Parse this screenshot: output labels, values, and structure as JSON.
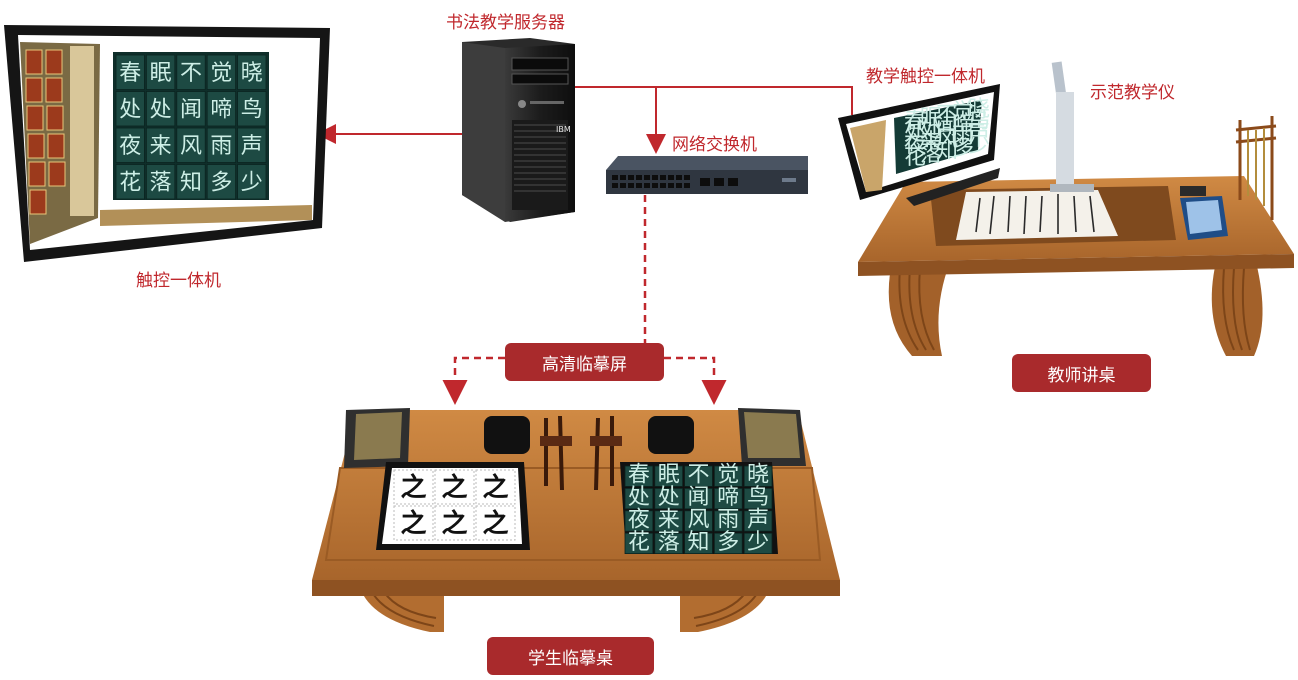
{
  "labels": {
    "server": "书法教学服务器",
    "switch": "网络交换机",
    "touch_all_in_one": "触控一体机",
    "teaching_touch": "教学触控一体机",
    "demo_device": "示范教学仪",
    "hd_screen": "高清临摹屏",
    "teacher_desk": "教师讲桌",
    "student_desk": "学生临摹桌"
  },
  "poem_grid": [
    [
      "春",
      "眠",
      "不",
      "觉",
      "晓"
    ],
    [
      "处",
      "处",
      "闻",
      "啼",
      "鸟"
    ],
    [
      "夜",
      "来",
      "风",
      "雨",
      "声"
    ],
    [
      "花",
      "落",
      "知",
      "多",
      "少"
    ]
  ],
  "practice_char": "之",
  "server_brand": "IBM",
  "colors": {
    "accent": "#c0282d",
    "badge": "#a92a2c",
    "wood": "#c8823f",
    "screen_green": "#1d4a43"
  }
}
